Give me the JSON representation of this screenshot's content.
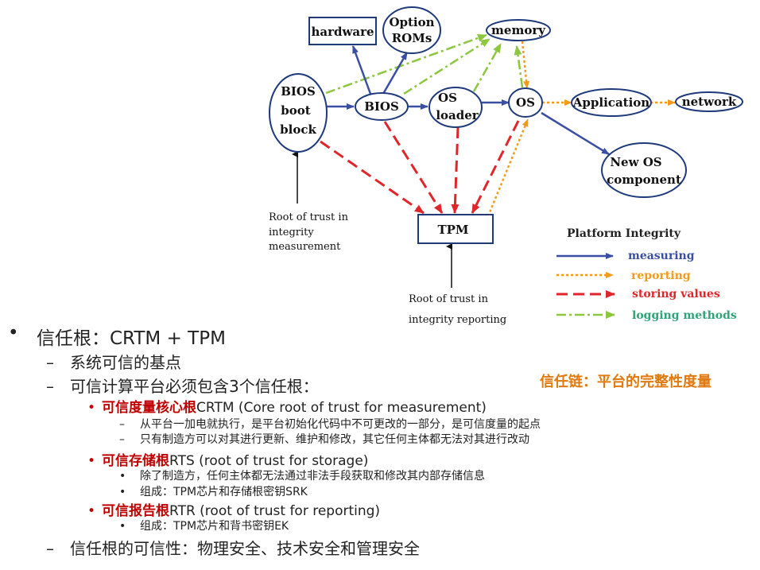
{
  "diagram": {
    "nodes": {
      "hardware": "hardware",
      "option_roms": [
        "Option",
        "ROMs"
      ],
      "memory": "memory",
      "bios_boot_block": [
        "BIOS",
        "boot",
        "block"
      ],
      "bios": "BIOS",
      "os_loader": [
        "OS",
        "loader"
      ],
      "os": "OS",
      "application": "Application",
      "network": "network",
      "new_os_component": [
        "New OS",
        "component"
      ],
      "tpm": "TPM"
    },
    "notes": {
      "rtm": [
        "Root of trust in",
        "integrity",
        "measurement"
      ],
      "rtr": [
        "Root of trust in",
        "integrity reporting"
      ]
    },
    "legend": {
      "title": "Platform Integrity",
      "items": [
        {
          "label": "measuring",
          "color": "#3a4fa3",
          "style": "solid"
        },
        {
          "label": "reporting",
          "color": "#f39a1e",
          "style": "dotted"
        },
        {
          "label": "storing values",
          "color": "#e0262a",
          "style": "dashed"
        },
        {
          "label": "logging methods",
          "color": "#8dc63f",
          "style": "dashdot"
        }
      ]
    },
    "colors": {
      "measuring": "#3a4fa3",
      "reporting": "#f39a1e",
      "storing": "#e0262a",
      "logging": "#8dc63f"
    }
  },
  "caption": "信任链：平台的完整性度量",
  "outline": {
    "root": "信任根：CRTM + TPM",
    "basis": "系统可信的基点",
    "must": "可信计算平台必须包含3个信任根：",
    "crtm": {
      "term": "可信度量核心根",
      "rest": "CRTM (Core root of trust for measurement)"
    },
    "crtm_sub": [
      "从平台一加电就执行，是平台初始化代码中不可更改的一部分，是可信度量的起点",
      "只有制造方可以对其进行更新、维护和修改，其它任何主体都无法对其进行改动"
    ],
    "rts": {
      "term": "可信存储根",
      "rest": "RTS (root of trust for storage)"
    },
    "rts_sub": [
      "除了制造方，任何主体都无法通过非法手段获取和修改其内部存储信息",
      "组成：TPM芯片和存储根密钥SRK"
    ],
    "rtr": {
      "term": "可信报告根",
      "rest": "RTR (root of trust for reporting)"
    },
    "rtr_sub": [
      "组成：TPM芯片和背书密钥EK"
    ],
    "reliability": "信任根的可信性：物理安全、技术安全和管理安全"
  }
}
